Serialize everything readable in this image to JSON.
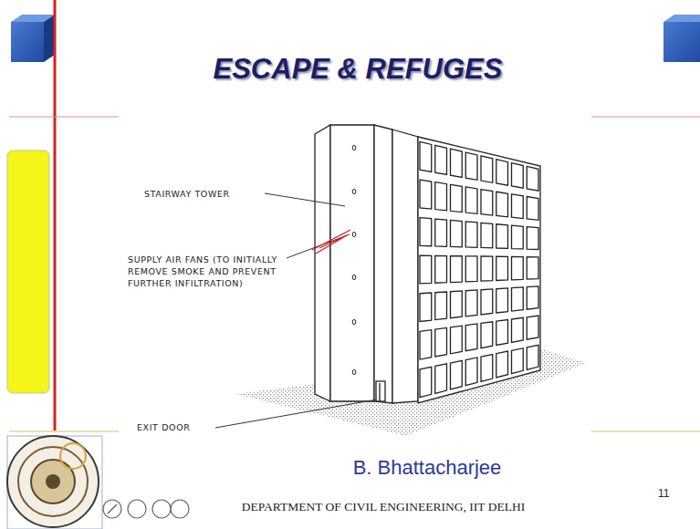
{
  "diagram": {
    "title": "ESCAPE & REFUGES",
    "labels": [
      "STAIRWAY TOWER",
      "SUPPLY AIR FANS (TO INITIALLY REMOVE SMOKE AND PREVENT FURTHER INFILTRATION)",
      "EXIT DOOR",
      "B. Bhattacharjee",
      "DEPARTMENT OF CIVIL ENGINEERING, IIT DELHI",
      "11"
    ]
  }
}
